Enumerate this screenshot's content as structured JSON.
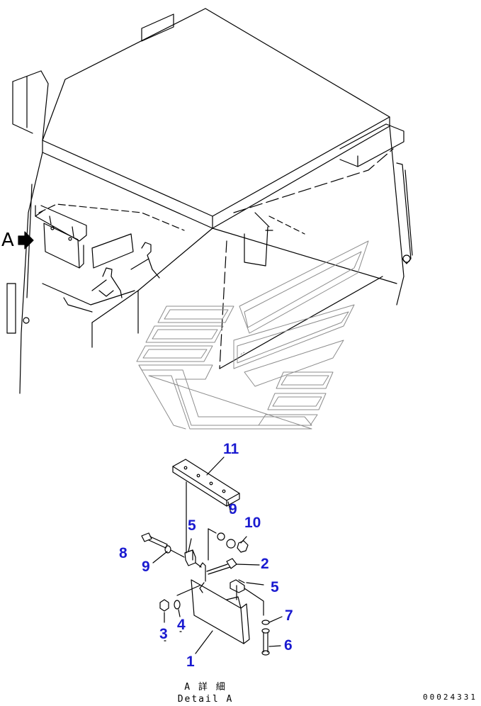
{
  "view_marker": {
    "letter": "A"
  },
  "detail_caption": {
    "line1": "A 詳 細",
    "line2": "Detail A"
  },
  "document_number": "00024331",
  "callouts": {
    "c1": "1",
    "c2": "2",
    "c3": "3",
    "c4": "4",
    "c5a": "5",
    "c5b": "5",
    "c6": "6",
    "c7": "7",
    "c8": "8",
    "c9a": "9",
    "c9b": "9",
    "c10": "10",
    "c11": "11"
  },
  "colors": {
    "callout": "#1a1ad0",
    "line": "#000000"
  }
}
